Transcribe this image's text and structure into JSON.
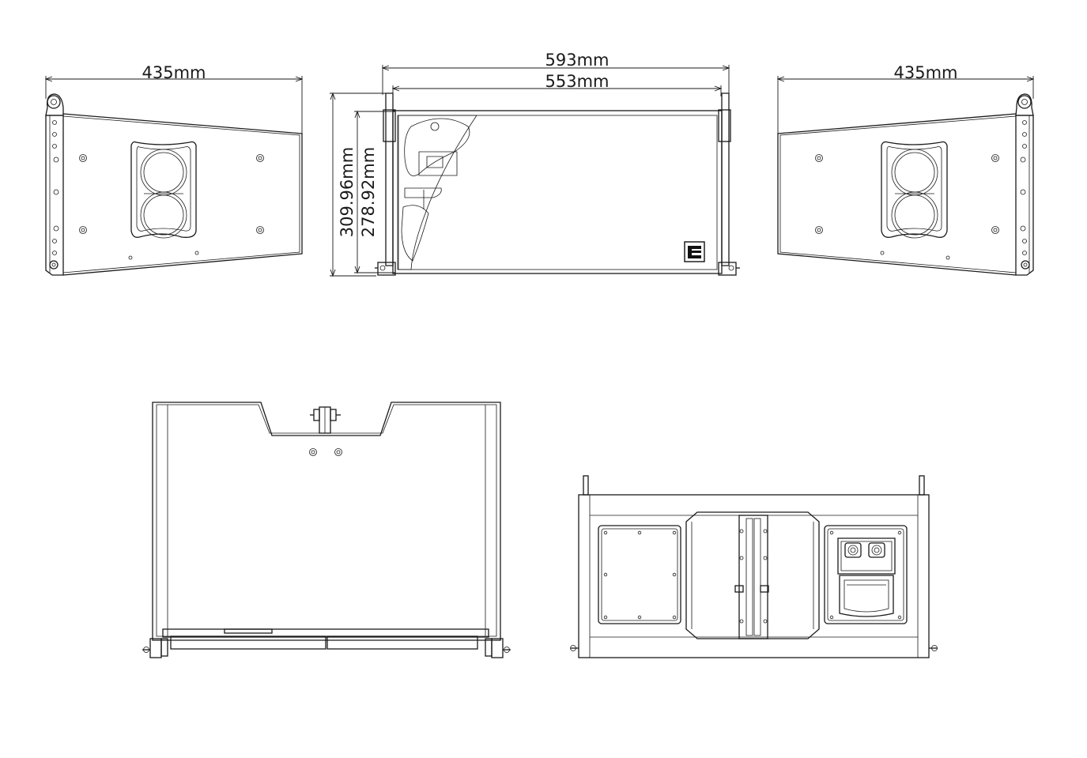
{
  "dimensions": {
    "left_side_width": "435mm",
    "front_overall_width": "593mm",
    "front_cabinet_width": "553mm",
    "front_overall_height": "309.96mm",
    "front_cabinet_height": "278.92mm",
    "right_side_width": "435mm"
  },
  "colors": {
    "line": "#1a1a1a",
    "background": "#ffffff"
  },
  "icons": {
    "brand_logo": "brand-logo"
  }
}
